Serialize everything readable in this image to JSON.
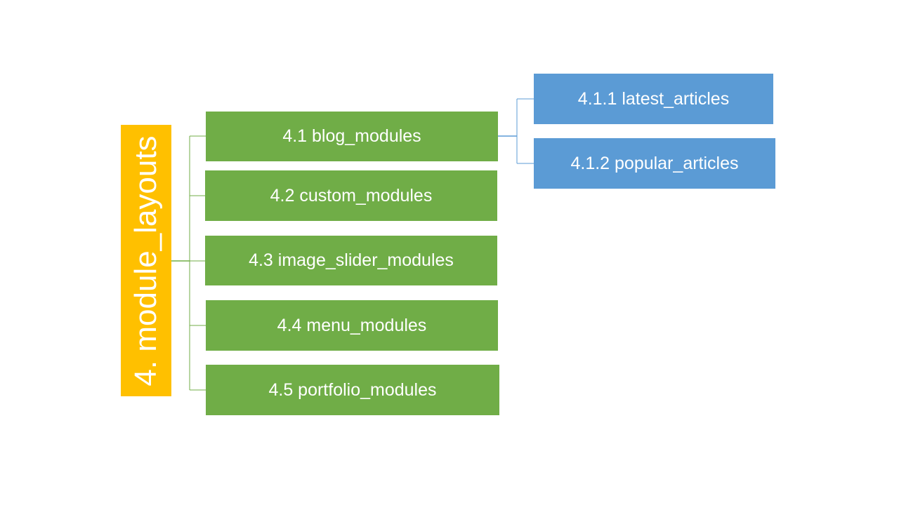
{
  "diagram": {
    "root": {
      "label": "4. module_layouts"
    },
    "children": [
      {
        "label": "4.1 blog_modules"
      },
      {
        "label": "4.2 custom_modules"
      },
      {
        "label": "4.3 image_slider_modules"
      },
      {
        "label": "4.4 menu_modules"
      },
      {
        "label": "4.5 portfolio_modules"
      }
    ],
    "grandchildren": [
      {
        "label": "4.1.1 latest_articles"
      },
      {
        "label": "4.1.2 popular_articles"
      }
    ]
  },
  "colors": {
    "root": "#ffc000",
    "level1": "#70ad47",
    "level2": "#5b9bd5",
    "text": "#ffffff"
  }
}
